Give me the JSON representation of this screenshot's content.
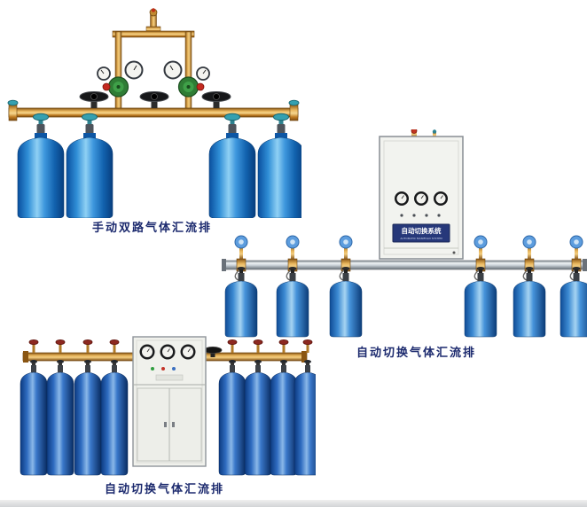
{
  "figures": {
    "manual_dual": {
      "caption": "手动双路气体汇流排",
      "cylinder_count": 4
    },
    "auto_switch_right": {
      "caption": "自动切换气体汇流排",
      "cabinet_label": "自动切换系统",
      "cabinet_sublabel": "AUTOMATIC MANIFOLD SYSTEM",
      "cylinder_count": 6
    },
    "auto_switch_bottom": {
      "caption": "自动切换气体汇流排",
      "cylinder_count": 8
    }
  },
  "colors": {
    "caption_text": "#1c2a6e",
    "cylinder_blue": "#2f8ed6",
    "cylinder_navy": "#2f6cc0",
    "brass_pipe": "#d79a3e",
    "silver_pipe": "#c6ced4",
    "cabinet_body": "#f2f3ef",
    "teal_knob": "#35a0b0",
    "blue_knob": "#5d9dde",
    "red_knob": "#c42a20",
    "regulator_green": "#2f7d35"
  }
}
